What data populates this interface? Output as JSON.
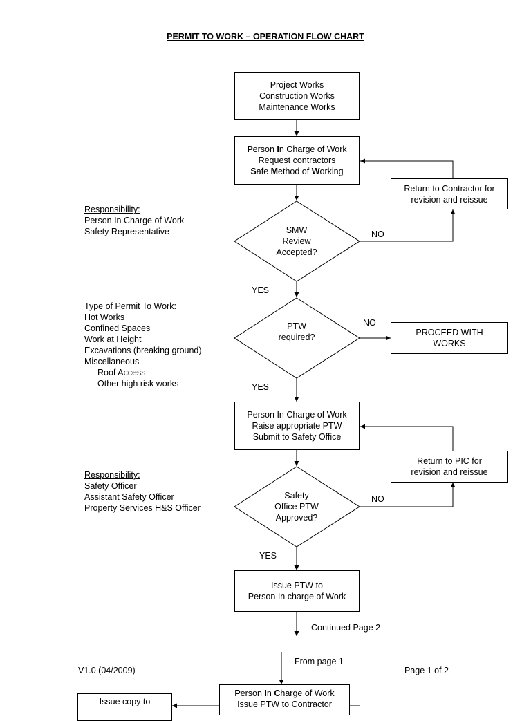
{
  "title": "PERMIT TO WORK – OPERATION FLOW CHART",
  "nodes": {
    "start": {
      "lines": [
        "Project Works",
        "Construction Works",
        "Maintenance Works"
      ]
    },
    "pic_request": {
      "lines": [
        "Person In Charge of Work",
        "Request contractors",
        "Safe Method of Working"
      ]
    },
    "return_contractor": {
      "lines": [
        "Return to Contractor for",
        "revision and reissue"
      ]
    },
    "smw_review": {
      "lines": [
        "SMW",
        "Review",
        "Accepted?"
      ]
    },
    "ptw_required": {
      "lines": [
        "PTW",
        "required?"
      ]
    },
    "proceed": {
      "lines": [
        "PROCEED WITH",
        "WORKS"
      ]
    },
    "pic_raise": {
      "lines": [
        "Person In Charge of Work",
        "Raise appropriate PTW",
        "Submit to Safety Office"
      ]
    },
    "return_pic": {
      "lines": [
        "Return to PIC for",
        "revision and reissue"
      ]
    },
    "safety_approved": {
      "lines": [
        "Safety",
        "Office PTW",
        "Approved?"
      ]
    },
    "issue_ptw": {
      "lines": [
        "Issue PTW to",
        "Person In charge of Work"
      ]
    },
    "pic_issue_contractor": {
      "lines": [
        "Person In Charge of Work",
        "Issue PTW to Contractor"
      ]
    },
    "issue_copy": {
      "lines": [
        "Issue copy to"
      ]
    }
  },
  "labels": {
    "no1": "NO",
    "yes1": "YES",
    "no2": "NO",
    "yes2": "YES",
    "no3": "NO",
    "yes3": "YES",
    "continued": "Continued Page 2",
    "from_page": "From page 1"
  },
  "side": {
    "resp1": {
      "heading": "Responsibility:",
      "lines": [
        "Person In Charge of Work",
        "Safety Representative"
      ]
    },
    "types": {
      "heading": "Type of Permit To Work:",
      "lines": [
        "Hot Works",
        "Confined Spaces",
        "Work at Height",
        "Excavations (breaking ground)",
        "Miscellaneous –"
      ],
      "sub": [
        "Roof Access",
        "Other high risk works"
      ]
    },
    "resp2": {
      "heading": "Responsibility:",
      "lines": [
        "Safety Officer",
        "Assistant Safety Officer",
        "Property Services H&S Officer"
      ]
    }
  },
  "footer": {
    "version": "V1.0 (04/2009)",
    "page": "Page 1 of 2"
  }
}
